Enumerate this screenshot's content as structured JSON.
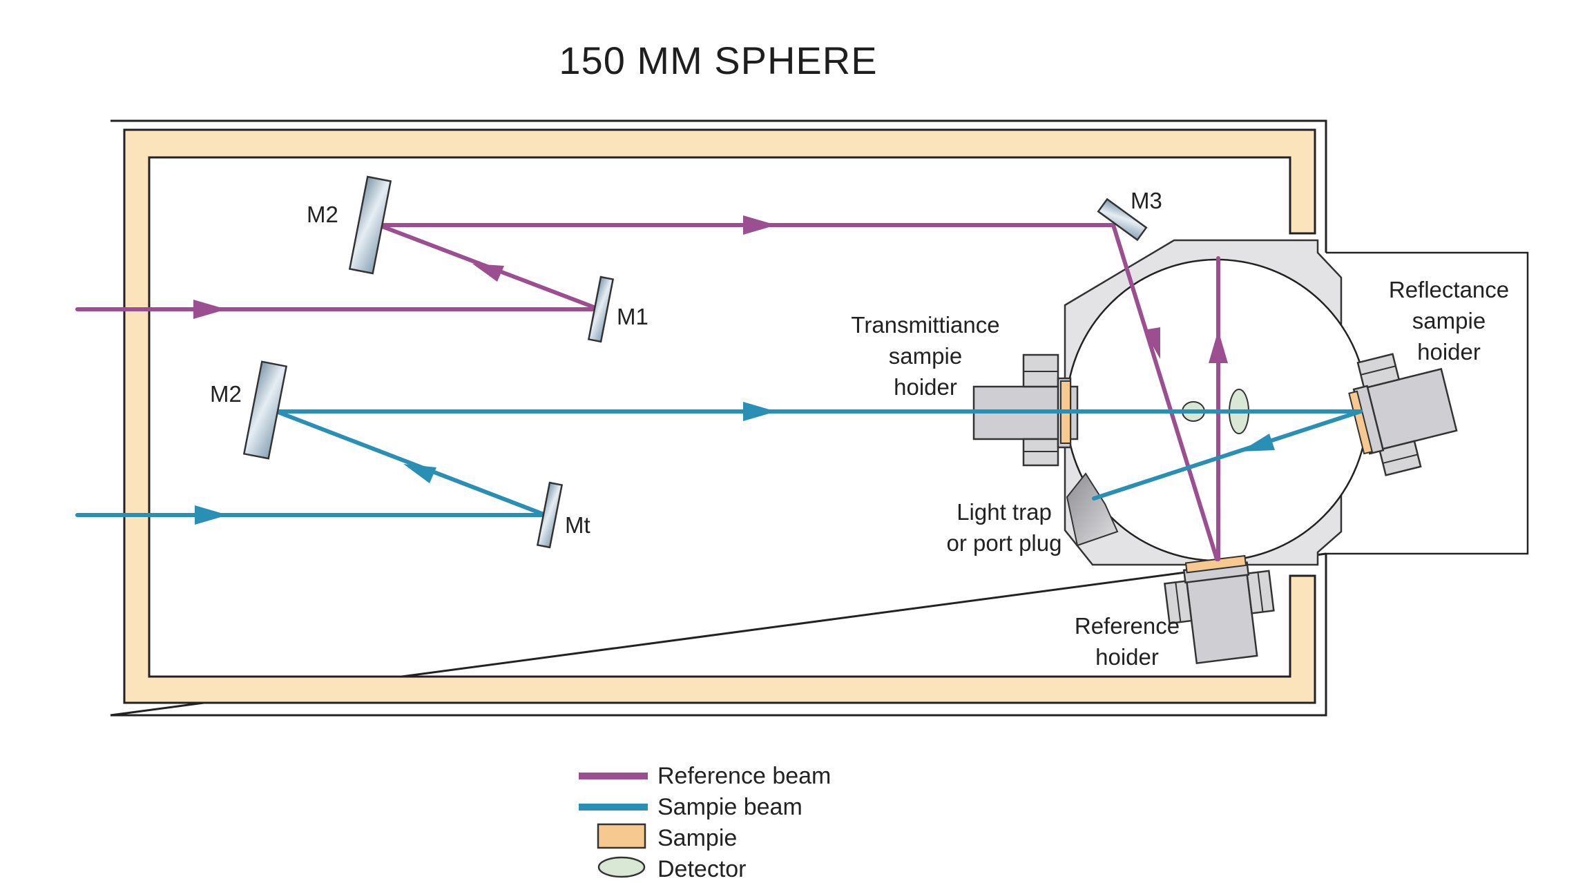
{
  "title": "150 MM SPHERE",
  "colors": {
    "reference_beam": "#9b4f91",
    "sample_beam": "#2a8fb5",
    "sample": "#f5c98f",
    "detector": "#d9e8d4",
    "housing_fill": "#fbe3bb",
    "housing_outline": "#222222",
    "holder_gray": "#cdcdd0",
    "mirror_fill": "#b8cad6"
  },
  "mirrors": {
    "m2_reference": "M2",
    "m1_reference": "M1",
    "m2_sample": "M2",
    "m1_sample": "Mt",
    "m3": "M3"
  },
  "labels": {
    "transmittance": [
      "Transmittiance",
      "sampie",
      "hoider"
    ],
    "reflectance": [
      "Reflectance",
      "sampie",
      "hoider"
    ],
    "light_trap": [
      "Light trap",
      "or port plug"
    ],
    "reference_holder": [
      "Reference",
      "hoider"
    ]
  },
  "legend": [
    {
      "label": "Reference beam",
      "icon": "reference-beam-line"
    },
    {
      "label": "Sampie beam",
      "icon": "sample-beam-line"
    },
    {
      "label": "Sampie",
      "icon": "sample-swatch"
    },
    {
      "label": "Detector",
      "icon": "detector-ellipse"
    }
  ]
}
